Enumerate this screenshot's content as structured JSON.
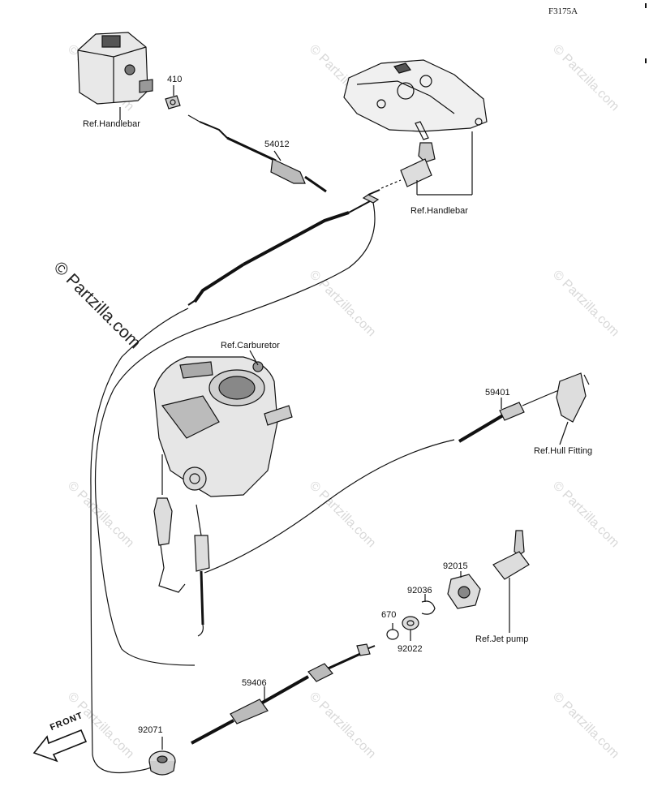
{
  "figure_code": "F3175A",
  "watermark_main": "© Partzilla.com",
  "watermark_faint": "© Partzilla.com",
  "front_arrow_label": "FRONT",
  "reference_labels": {
    "handlebar_left": "Ref.Handlebar",
    "handlebar_right": "Ref.Handlebar",
    "carburetor": "Ref.Carburetor",
    "hull_fitting": "Ref.Hull Fitting",
    "jet_pump": "Ref.Jet pump"
  },
  "part_numbers": {
    "p410": "410",
    "p54012": "54012",
    "p59401": "59401",
    "p92015": "92015",
    "p92036": "92036",
    "p670": "670",
    "p92022": "92022",
    "p59406": "59406",
    "p92071": "92071"
  },
  "colors": {
    "line": "#111111",
    "watermark": "#d9d9d9"
  }
}
